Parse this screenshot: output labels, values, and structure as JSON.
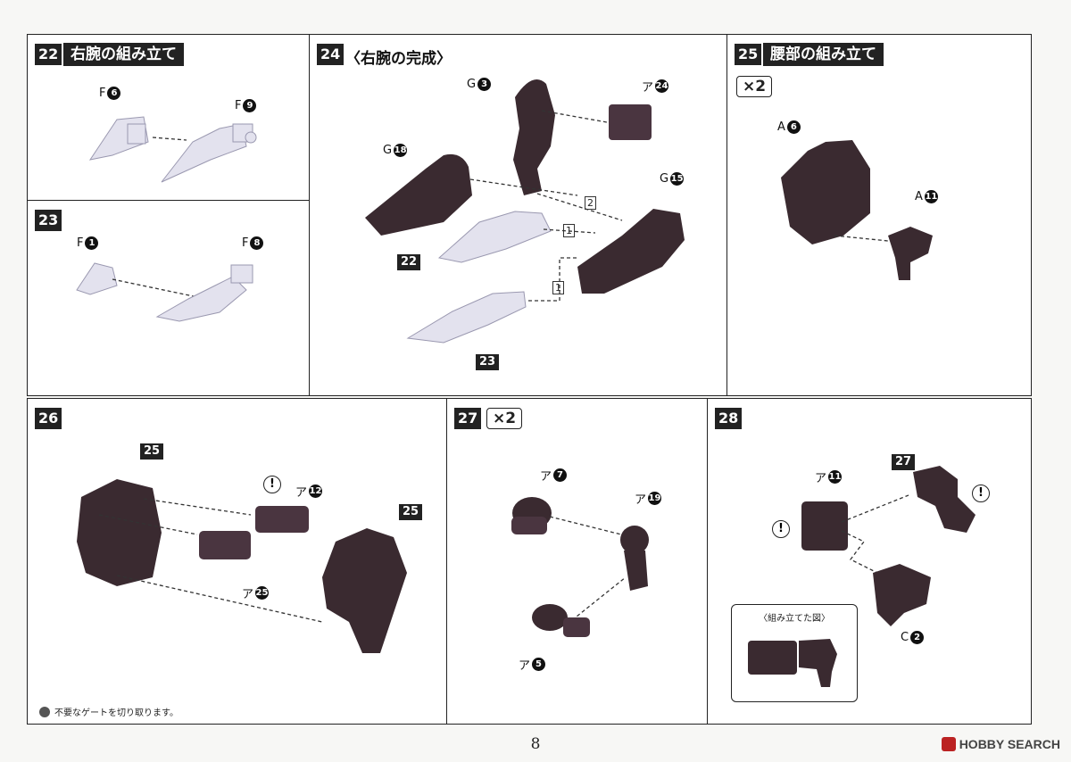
{
  "page_number": "8",
  "watermark": "HOBBY SEARCH",
  "footnote": "不要なゲートを切り取ります。",
  "steps": {
    "s22": {
      "num": "22",
      "title": "右腕の組み立て",
      "labels": {
        "a": "F",
        "a_n": "6",
        "b": "F",
        "b_n": "9"
      }
    },
    "s23": {
      "num": "23",
      "labels": {
        "a": "F",
        "a_n": "1",
        "b": "F",
        "b_n": "8"
      }
    },
    "s24": {
      "num": "24",
      "title": "〈右腕の完成〉",
      "labels": {
        "g3": "G",
        "g3_n": "3",
        "a24": "ア",
        "a24_n": "24",
        "g18": "G",
        "g18_n": "18",
        "g15": "G",
        "g15_n": "15",
        "ref22": "22",
        "ref23": "23",
        "b1": "1",
        "b2": "2",
        "b3": "1"
      }
    },
    "s25": {
      "num": "25",
      "title": "腰部の組み立て",
      "times": "×2",
      "labels": {
        "a6": "A",
        "a6_n": "6",
        "a11": "A",
        "a11_n": "11"
      }
    },
    "s26": {
      "num": "26",
      "labels": {
        "ref25a": "25",
        "ref25b": "25",
        "a12": "ア",
        "a12_n": "12",
        "a25": "ア",
        "a25_n": "25"
      }
    },
    "s27": {
      "num": "27",
      "times": "×2",
      "labels": {
        "a7": "ア",
        "a7_n": "7",
        "a19": "ア",
        "a19_n": "19",
        "a5": "ア",
        "a5_n": "5"
      }
    },
    "s28": {
      "num": "28",
      "labels": {
        "a11": "ア",
        "a11_n": "11",
        "ref27": "27",
        "c2": "C",
        "c2_n": "2",
        "inset": "〈組み立てた図〉"
      }
    }
  },
  "colors": {
    "dark_part": "#3a2a30",
    "light_part": "#e3e2ee",
    "panel_border": "#222222"
  }
}
